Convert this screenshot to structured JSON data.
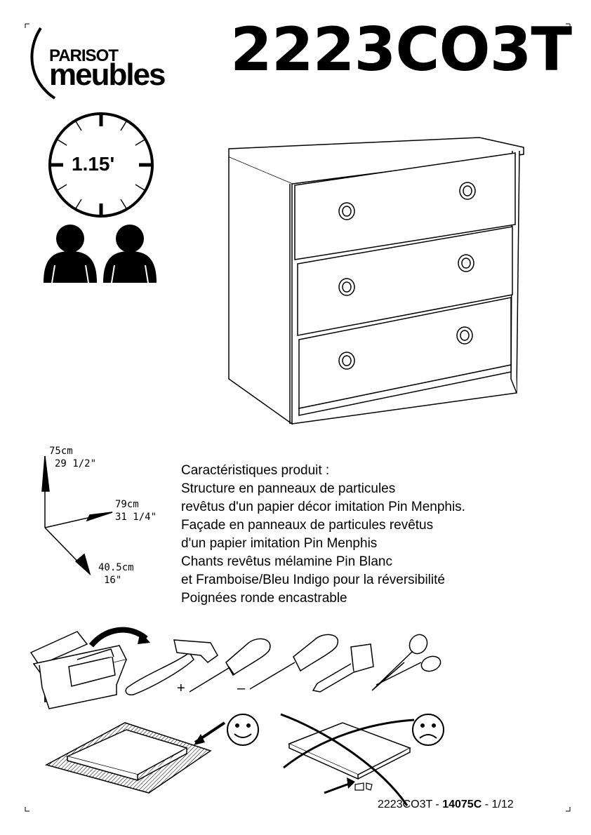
{
  "brand": {
    "line1": "PARISOT",
    "line2": "meubles"
  },
  "product_ref": "2223CO3T",
  "assembly_time": "1.15'",
  "people_required_icon": "two-person-icon",
  "dimensions": {
    "height": {
      "metric": "75cm",
      "imperial": "29 1/2\""
    },
    "width": {
      "metric": "79cm",
      "imperial": "31 1/4\""
    },
    "depth": {
      "metric": "40.5cm",
      "imperial": "16\""
    }
  },
  "description": {
    "lines": [
      "Caractéristiques produit :",
      "Structure en panneaux de particules",
      "revêtus d'un papier décor imitation Pin Menphis.",
      "Façade en panneaux de particules revêtus",
      "d'un papier imitation Pin Menphis",
      "Chants revêtus mélamine Pin Blanc",
      "et Framboise/Bleu Indigo pour la réversibilité",
      "Poignées ronde encastrable"
    ]
  },
  "tools": {
    "plus_sign": "+",
    "minus_sign": "–"
  },
  "footer": {
    "ref": "2223CO3T",
    "sep1": " - ",
    "code": "14075C",
    "sep2": " - ",
    "page": "1/12"
  }
}
